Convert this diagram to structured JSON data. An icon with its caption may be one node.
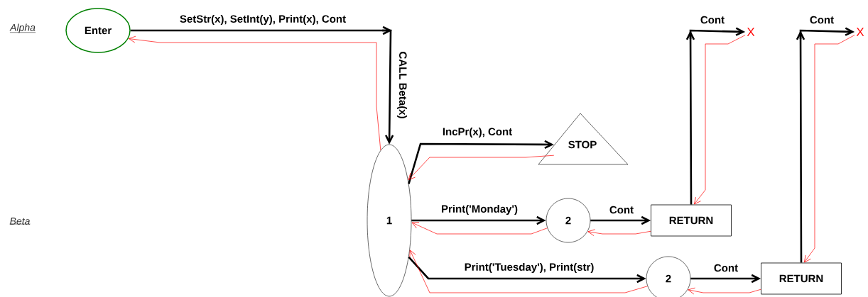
{
  "diagram": {
    "nodes": [
      {
        "text": [
          "Enter"
        ]
      },
      {
        "text": [
          "1"
        ]
      },
      {
        "text": [
          "STOP"
        ]
      },
      {
        "text": [
          "2"
        ]
      },
      {
        "text": [
          "RETURN"
        ]
      },
      {
        "text": [
          "2"
        ]
      },
      {
        "text": [
          "RETURN"
        ]
      },
      {
        "text": [
          "X"
        ]
      },
      {
        "text": [
          "X"
        ]
      }
    ],
    "edges": [
      {
        "from": 0,
        "to": 1,
        "arrow": "to",
        "label": "SetStr(x),  SetInt(y),  Print(x),  Cont",
        "style": "thick"
      },
      {
        "from": 1,
        "to": 2,
        "arrow": "to",
        "label": "IncPr(x), Cont",
        "style": "thick"
      },
      {
        "from": 1,
        "to": 3,
        "arrow": "to",
        "label": "Print('Monday')",
        "style": "thick"
      },
      {
        "from": 3,
        "to": 4,
        "arrow": "to",
        "label": "Cont",
        "style": "thick"
      },
      {
        "from": 1,
        "to": 5,
        "arrow": "to",
        "label": "Print('Tuesday'), Print(str)",
        "style": "thick"
      },
      {
        "from": 5,
        "to": 6,
        "arrow": "to",
        "label": "Cont",
        "style": "thick"
      },
      {
        "from": 4,
        "to": 7,
        "arrow": "to",
        "label": "Cont",
        "style": "thick"
      },
      {
        "from": 6,
        "to": 8,
        "arrow": "to",
        "label": "Cont",
        "style": "thick"
      },
      {
        "from": 1,
        "to": 0,
        "arrow": "to",
        "color": "#ff0000"
      },
      {
        "from": 2,
        "to": 1,
        "arrow": "to",
        "color": "#ff0000"
      },
      {
        "from": 3,
        "to": 1,
        "arrow": "to",
        "color": "#ff0000"
      },
      {
        "from": 4,
        "to": 3,
        "arrow": "to",
        "color": "#ff0000"
      },
      {
        "from": 7,
        "to": 4,
        "arrow": "to",
        "color": "#ff0000"
      },
      {
        "from": 5,
        "to": 1,
        "arrow": "to",
        "color": "#ff0000"
      },
      {
        "from": 6,
        "to": 5,
        "arrow": "to",
        "color": "#ff0000"
      },
      {
        "from": 8,
        "to": 6,
        "arrow": "to",
        "color": "#ff0000"
      }
    ],
    "labels": [
      "Alpha",
      "Beta",
      "CALL Beta(x)"
    ]
  }
}
